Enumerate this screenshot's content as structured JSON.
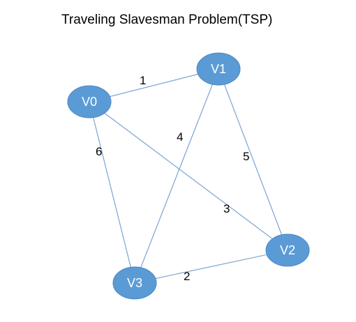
{
  "title": "Traveling Slavesman Problem(TSP)",
  "nodes": [
    {
      "id": "V0",
      "label": "V0"
    },
    {
      "id": "V1",
      "label": "V1"
    },
    {
      "id": "V2",
      "label": "V2"
    },
    {
      "id": "V3",
      "label": "V3"
    }
  ],
  "edges": [
    {
      "from": "V0",
      "to": "V1",
      "weight": "1"
    },
    {
      "from": "V0",
      "to": "V3",
      "weight": "6"
    },
    {
      "from": "V0",
      "to": "V2",
      "weight": "3"
    },
    {
      "from": "V1",
      "to": "V3",
      "weight": "4"
    },
    {
      "from": "V1",
      "to": "V2",
      "weight": "5"
    },
    {
      "from": "V3",
      "to": "V2",
      "weight": "2"
    }
  ],
  "colors": {
    "node_fill": "#5b9bd5",
    "edge_stroke": "#7aa4d2",
    "node_text": "#ffffff"
  }
}
